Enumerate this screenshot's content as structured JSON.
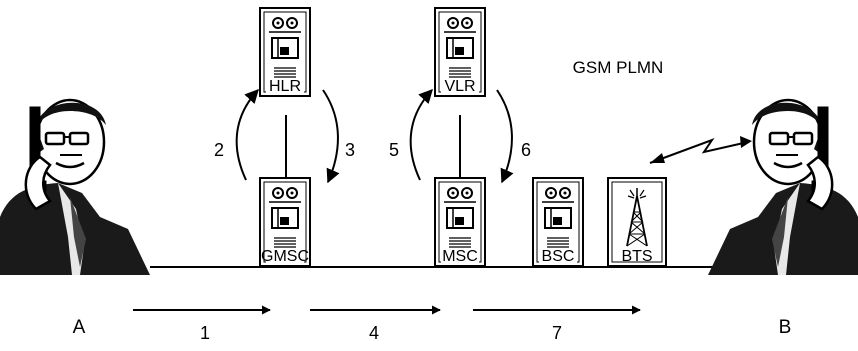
{
  "network_label": "GSM PLMN",
  "parties": {
    "a": "A",
    "b": "B"
  },
  "nodes": {
    "hlr": "HLR",
    "vlr": "VLR",
    "gmsc": "GMSC",
    "msc": "MSC",
    "bsc": "BSC",
    "bts": "BTS"
  },
  "steps": [
    "1",
    "2",
    "3",
    "4",
    "5",
    "6",
    "7"
  ],
  "colors": {
    "line": "#000000",
    "fill": "#ffffff",
    "figure": "#111111"
  },
  "icons": [
    "person-phone-icon",
    "server-cabinet-icon",
    "antenna-tower-icon",
    "radio-link-icon",
    "arrow-icon"
  ]
}
